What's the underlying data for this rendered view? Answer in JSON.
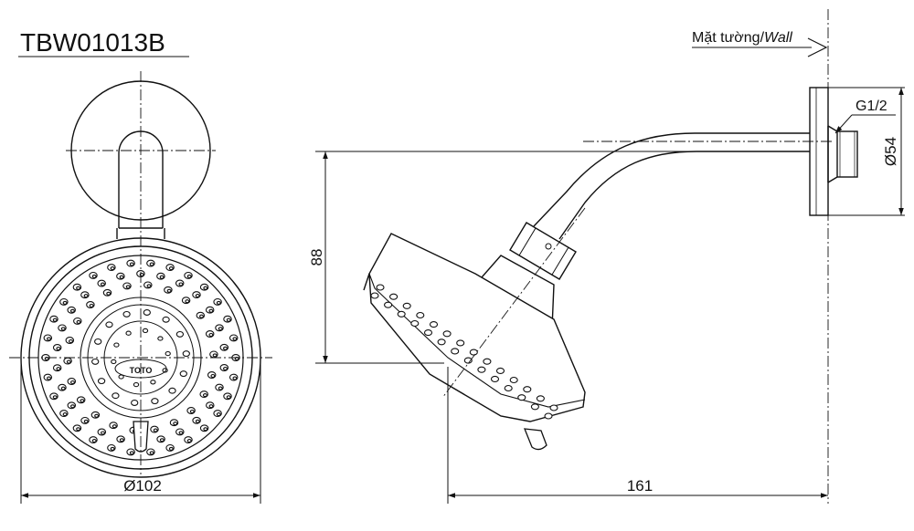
{
  "title": "TBW01013B",
  "wall_label": {
    "text": "Mặt tường/",
    "italic": "Wall"
  },
  "dimensions": {
    "head_diameter": "Ø102",
    "projection": "161",
    "drop": "88",
    "flange_diameter": "Ø54",
    "thread": "G1/2"
  },
  "brand_mark": "TOTO",
  "colors": {
    "line": "#111111",
    "background": "#ffffff"
  }
}
